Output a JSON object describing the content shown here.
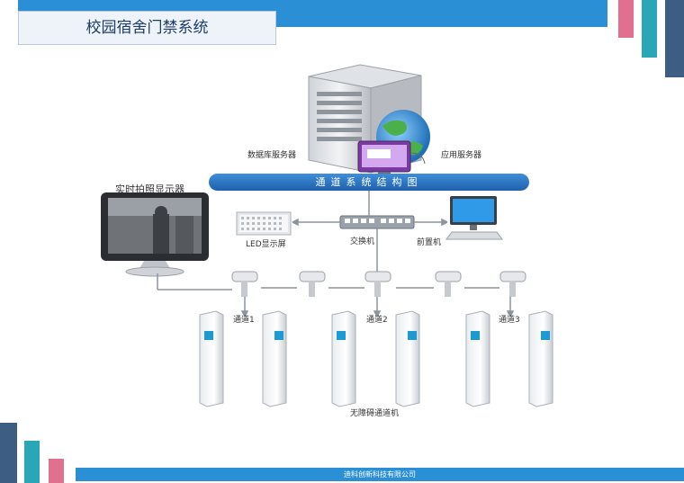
{
  "title": "校园宿舍门禁系统",
  "footer": "迪科创新科技有限公司",
  "diagram": {
    "banner": "通道系统结构图",
    "db_server": "数据库服务器",
    "app_server": "应用服务器",
    "display_monitor": "实时拍照显示器",
    "led_screen": "LED显示屏",
    "switch": "交换机",
    "front_machine": "前置机",
    "channel1": "通道1",
    "channel2": "通道2",
    "channel3": "通道3",
    "barrier_free": "无障碍通道机"
  },
  "colors": {
    "accent": "#2b8fd6",
    "pink": "#e0708e",
    "teal": "#2aa7b6",
    "navy": "#3e5d82"
  }
}
